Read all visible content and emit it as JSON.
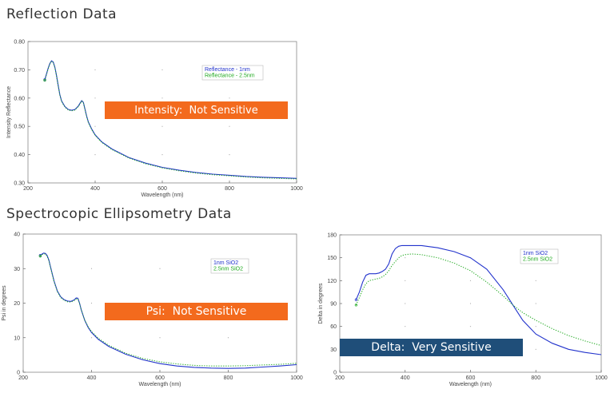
{
  "headings": {
    "reflection": "Reflection Data",
    "ellipsometry": "Spectrocopic Ellipsometry Data"
  },
  "colors": {
    "series_blue": "#2233cc",
    "series_green": "#22aa22",
    "callout_orange": "#f36a1d",
    "callout_navy": "#1f4e79"
  },
  "callouts": {
    "intensity": "Intensity:  Not Sensitive",
    "psi": "Psi:  Not Sensitive",
    "delta": "Delta:  Very Sensitive"
  },
  "chart_data": [
    {
      "id": "reflectance",
      "type": "line",
      "xlabel": "Wavelength (nm)",
      "ylabel": "Intensity Reflectance",
      "xlim": [
        200,
        1000
      ],
      "ylim": [
        0.3,
        0.8
      ],
      "xticks": [
        200,
        400,
        600,
        800,
        1000
      ],
      "yticks": [
        0.3,
        0.4,
        0.5,
        0.6,
        0.7,
        0.8
      ],
      "ytick_labels": [
        "0.30",
        "0.40",
        "0.50",
        "0.60",
        "0.70",
        "0.80"
      ],
      "grid": "dotted",
      "legend_position": "top-right",
      "series": [
        {
          "name": "Reflectance - 1nm",
          "style": "solid",
          "color": "#2233cc",
          "x": [
            250,
            255,
            260,
            265,
            270,
            275,
            280,
            285,
            290,
            295,
            300,
            310,
            320,
            330,
            340,
            350,
            355,
            360,
            365,
            370,
            375,
            380,
            390,
            400,
            420,
            450,
            500,
            550,
            600,
            650,
            700,
            750,
            800,
            850,
            900,
            950,
            1000
          ],
          "y": [
            0.665,
            0.685,
            0.705,
            0.722,
            0.732,
            0.728,
            0.71,
            0.68,
            0.645,
            0.612,
            0.59,
            0.57,
            0.56,
            0.557,
            0.56,
            0.572,
            0.582,
            0.591,
            0.585,
            0.56,
            0.535,
            0.515,
            0.49,
            0.47,
            0.445,
            0.42,
            0.39,
            0.37,
            0.355,
            0.345,
            0.337,
            0.331,
            0.327,
            0.323,
            0.32,
            0.318,
            0.316
          ]
        },
        {
          "name": "Reflectance - 2.5nm",
          "style": "dotted",
          "color": "#22aa22",
          "x": [
            250,
            255,
            260,
            265,
            270,
            275,
            280,
            285,
            290,
            295,
            300,
            310,
            320,
            330,
            340,
            350,
            355,
            360,
            365,
            370,
            375,
            380,
            390,
            400,
            420,
            450,
            500,
            550,
            600,
            650,
            700,
            750,
            800,
            850,
            900,
            950,
            1000
          ],
          "y": [
            0.663,
            0.683,
            0.703,
            0.72,
            0.73,
            0.726,
            0.708,
            0.678,
            0.643,
            0.61,
            0.588,
            0.568,
            0.558,
            0.555,
            0.558,
            0.57,
            0.58,
            0.589,
            0.583,
            0.558,
            0.533,
            0.513,
            0.488,
            0.468,
            0.443,
            0.418,
            0.388,
            0.368,
            0.353,
            0.343,
            0.335,
            0.329,
            0.325,
            0.321,
            0.318,
            0.316,
            0.314
          ]
        }
      ]
    },
    {
      "id": "psi",
      "type": "line",
      "xlabel": "Wavelength (nm)",
      "ylabel": "Psi in degrees",
      "xlim": [
        200,
        1000
      ],
      "ylim": [
        0,
        40
      ],
      "xticks": [
        200,
        400,
        600,
        800,
        1000
      ],
      "yticks": [
        0,
        10,
        20,
        30,
        40
      ],
      "ytick_labels": [
        "0",
        "10",
        "20",
        "30",
        "40"
      ],
      "grid": "dotted",
      "legend_position": "top-right",
      "series": [
        {
          "name": "1nm SiO2",
          "style": "solid",
          "color": "#2233cc",
          "x": [
            250,
            255,
            260,
            265,
            270,
            275,
            280,
            290,
            300,
            310,
            320,
            330,
            340,
            350,
            355,
            360,
            365,
            370,
            380,
            390,
            400,
            420,
            450,
            500,
            550,
            600,
            650,
            700,
            750,
            800,
            850,
            900,
            950,
            1000
          ],
          "y": [
            33.8,
            34.2,
            34.5,
            34.4,
            33.8,
            32.5,
            30.5,
            26.5,
            23.5,
            21.8,
            21.0,
            20.6,
            20.5,
            21.0,
            21.5,
            21.4,
            20.0,
            18.0,
            15.0,
            13.0,
            11.5,
            9.5,
            7.5,
            5.2,
            3.6,
            2.5,
            1.8,
            1.4,
            1.2,
            1.1,
            1.2,
            1.5,
            1.8,
            2.2
          ]
        },
        {
          "name": "2.5nm SiO2",
          "style": "dotted",
          "color": "#22aa22",
          "x": [
            250,
            255,
            260,
            265,
            270,
            275,
            280,
            290,
            300,
            310,
            320,
            330,
            340,
            350,
            355,
            360,
            365,
            370,
            380,
            390,
            400,
            420,
            450,
            500,
            550,
            600,
            650,
            700,
            750,
            800,
            850,
            900,
            950,
            1000
          ],
          "y": [
            33.6,
            34.0,
            34.3,
            34.2,
            33.6,
            32.3,
            30.3,
            26.3,
            23.3,
            21.6,
            20.8,
            20.4,
            20.3,
            20.8,
            21.2,
            21.2,
            19.9,
            18.0,
            15.1,
            13.2,
            11.8,
            9.8,
            7.8,
            5.5,
            4.0,
            3.0,
            2.4,
            2.0,
            1.8,
            1.8,
            1.9,
            2.1,
            2.3,
            2.6
          ]
        }
      ]
    },
    {
      "id": "delta",
      "type": "line",
      "xlabel": "Wavelength (nm)",
      "ylabel": "Delta in degrees",
      "xlim": [
        200,
        1000
      ],
      "ylim": [
        0,
        180
      ],
      "xticks": [
        200,
        400,
        600,
        800,
        1000
      ],
      "yticks": [
        0,
        30,
        60,
        90,
        120,
        150,
        180
      ],
      "ytick_labels": [
        "0",
        "30",
        "60",
        "90",
        "120",
        "150",
        "180"
      ],
      "grid": "dotted",
      "legend_position": "top-right",
      "series": [
        {
          "name": "1nm SiO2",
          "style": "solid",
          "color": "#2233cc",
          "x": [
            250,
            260,
            270,
            280,
            290,
            300,
            310,
            320,
            330,
            340,
            350,
            360,
            370,
            380,
            390,
            400,
            420,
            450,
            500,
            550,
            600,
            650,
            700,
            730,
            760,
            800,
            850,
            900,
            950,
            1000
          ],
          "y": [
            95,
            105,
            118,
            127,
            129,
            129,
            129,
            130,
            132,
            135,
            142,
            155,
            162,
            165,
            166,
            166,
            166,
            166,
            163,
            158,
            150,
            135,
            108,
            88,
            68,
            50,
            38,
            30,
            26,
            23
          ]
        },
        {
          "name": "2.5nm SiO2",
          "style": "dotted",
          "color": "#22aa22",
          "x": [
            250,
            260,
            270,
            280,
            290,
            300,
            310,
            320,
            330,
            340,
            350,
            360,
            370,
            380,
            390,
            400,
            420,
            450,
            500,
            550,
            600,
            650,
            700,
            730,
            760,
            800,
            850,
            900,
            950,
            1000
          ],
          "y": [
            88,
            98,
            108,
            116,
            120,
            121,
            122,
            123,
            125,
            128,
            133,
            140,
            145,
            150,
            153,
            154,
            155,
            154,
            150,
            143,
            133,
            118,
            100,
            88,
            78,
            68,
            57,
            48,
            41,
            35
          ]
        }
      ]
    }
  ]
}
